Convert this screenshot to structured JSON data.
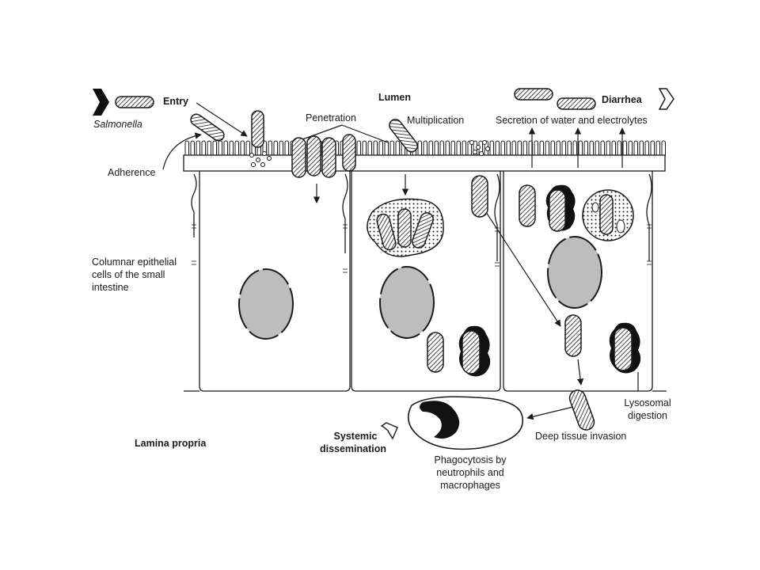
{
  "labels": {
    "salmonella": "Salmonella",
    "entry": "Entry",
    "lumen": "Lumen",
    "penetration": "Penetration",
    "multiplication": "Multiplication",
    "diarrhea": "Diarrhea",
    "secretion": "Secretion of water and electrolytes",
    "adherence": "Adherence",
    "columnar_1": "Columnar epithelial",
    "columnar_2": "cells of the small",
    "columnar_3": "intestine",
    "lamina_propria": "Lamina propria",
    "systemic_1": "Systemic",
    "systemic_2": "dissemination",
    "deep_tissue": "Deep tissue invasion",
    "lysosomal_1": "Lysosomal",
    "lysosomal_2": "digestion",
    "phago_1": "Phagocytosis by",
    "phago_2": "neutrophils and",
    "phago_3": "macrophages"
  },
  "colors": {
    "ink": "#1a1a1a",
    "nucleus": "#bdbdbd",
    "dark_vesicle": "#111111",
    "background": "#ffffff"
  }
}
